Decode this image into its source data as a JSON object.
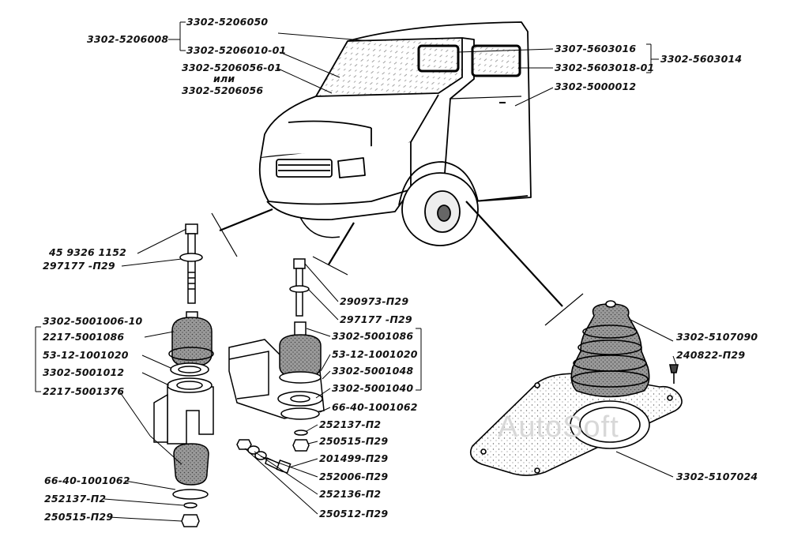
{
  "watermark": "AutoSoft",
  "labels": {
    "windshield_assembly": "3302-5206008",
    "windshield_seal": "3302-5206050",
    "windshield_glass": "3302-5206010-01",
    "windshield_trim": "3302-5206056-01",
    "windshield_trim_or": "или",
    "windshield_trim_alt": "3302-5206056",
    "door_window_group": "3302-5603014",
    "door_window_upper": "3307-5603016",
    "door_window_lower": "3302-5603018-01",
    "cab": "3302-5000012",
    "bolt_left": "45 9326 1152",
    "washer_left": "297177 -П29",
    "mount_left_assembly": "3302-5001006-10",
    "mount_left_cushion_upper": "2217-5001086",
    "mount_left_ring": "53-12-1001020",
    "mount_left_bracket": "3302-5001012",
    "mount_left_bracket_assembly": "2217-5001376",
    "mount_left_cushion_lower": "66-40-1001062",
    "mount_left_washer": "252137-П2",
    "mount_left_nut": "250515-П29",
    "bolt_right": "290973-П29",
    "washer_right": "297177 -П29",
    "mount_right_cushion_upper": "3302-5001086",
    "mount_right_ring": "53-12-1001020",
    "mount_right_bracket": "3302-5001048",
    "mount_right_assembly": "3302-5001040",
    "mount_right_cushion_lower": "66-40-1001062",
    "mount_right_washer": "252137-П2",
    "mount_right_nut": "250515-П29",
    "bracket_bolt": "201499-П29",
    "bracket_spring_washer": "252006-П29",
    "bracket_washer": "252136-П2",
    "bracket_nut": "250512-П29",
    "boot": "3302-5107090",
    "boot_screw": "240822-П29",
    "boot_plate": "3302-5107024"
  }
}
